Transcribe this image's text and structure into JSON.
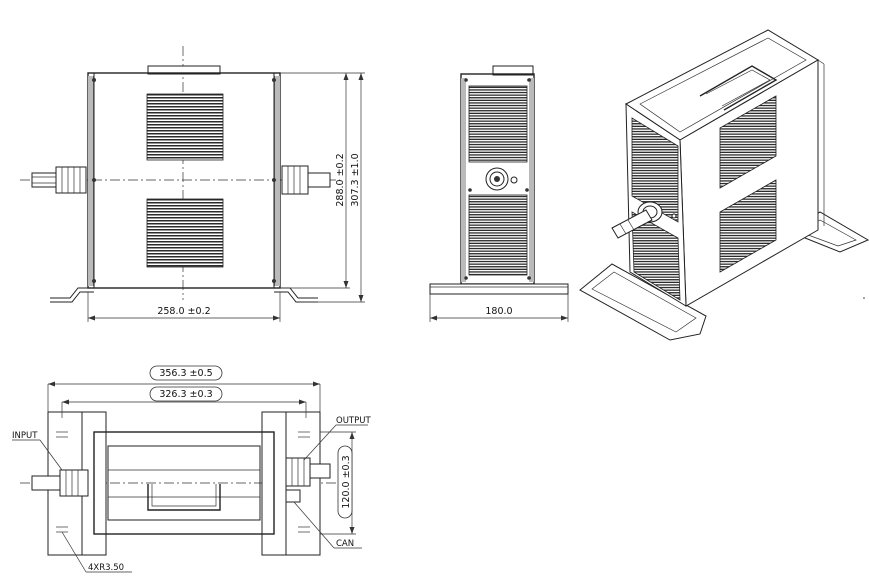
{
  "dimensions": {
    "front_width": "258.0 ±0.2",
    "front_height_inner": "288.0 ±0.2",
    "front_height_outer": "307.3 ±1.0",
    "side_width": "180.0",
    "top_length_outer": "356.3 ±0.5",
    "top_length_inner": "326.3 ±0.3",
    "top_width": "120.0 ±0.3"
  },
  "callouts": {
    "input": "INPUT",
    "output": "OUTPUT",
    "can": "CAN",
    "hole": "4XR3.50"
  }
}
